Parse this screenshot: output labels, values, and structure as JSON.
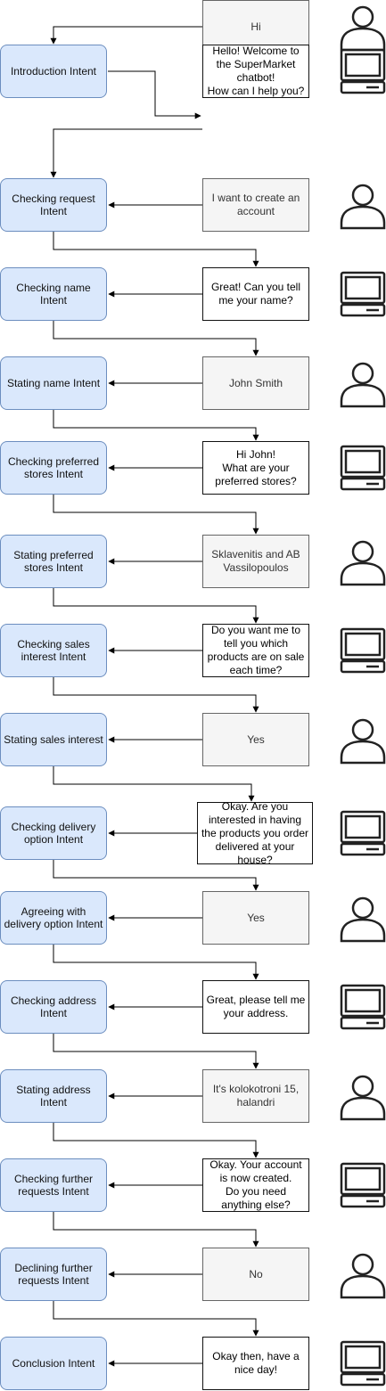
{
  "rows": [
    {
      "intent": "",
      "message": "Hi",
      "speaker": "user",
      "actor_icon": "user-icon"
    },
    {
      "intent": "Introduction Intent",
      "message": "Hello! Welcome to the SuperMarket chatbot!\nHow can I help you?",
      "speaker": "bot",
      "actor_icon": "computer-icon"
    },
    {
      "intent": "Checking request Intent",
      "message": "I want to create an account",
      "speaker": "user",
      "actor_icon": "user-icon"
    },
    {
      "intent": "Checking name Intent",
      "message": "Great! Can you tell me your name?",
      "speaker": "bot",
      "actor_icon": "computer-icon"
    },
    {
      "intent": "Stating name Intent",
      "message": "John Smith",
      "speaker": "user",
      "actor_icon": "user-icon"
    },
    {
      "intent": "Checking preferred stores Intent",
      "message": "Hi John!\nWhat are your preferred stores?",
      "speaker": "bot",
      "actor_icon": "computer-icon"
    },
    {
      "intent": "Stating preferred stores Intent",
      "message": "Sklavenitis and AB Vassilopoulos",
      "speaker": "user",
      "actor_icon": "user-icon"
    },
    {
      "intent": "Checking sales interest Intent",
      "message": "Do you want me to tell you which products are on sale each time?",
      "speaker": "bot",
      "actor_icon": "computer-icon"
    },
    {
      "intent": "Stating sales interest",
      "message": "Yes",
      "speaker": "user",
      "actor_icon": "user-icon"
    },
    {
      "intent": "Checking delivery option Intent",
      "message": "Okay. Are you interested in having the products you order delivered at your house?",
      "speaker": "bot",
      "actor_icon": "computer-icon"
    },
    {
      "intent": "Agreeing with delivery option Intent",
      "message": "Yes",
      "speaker": "user",
      "actor_icon": "user-icon"
    },
    {
      "intent": "Checking address Intent",
      "message": "Great, please tell me your address.",
      "speaker": "bot",
      "actor_icon": "computer-icon"
    },
    {
      "intent": "Stating address Intent",
      "message": "It's kolokotroni 15, halandri",
      "speaker": "user",
      "actor_icon": "user-icon"
    },
    {
      "intent": "Checking further requests Intent",
      "message": "Okay. Your account is now created.\nDo you need anything else?",
      "speaker": "bot",
      "actor_icon": "computer-icon"
    },
    {
      "intent": "Declining further requests Intent",
      "message": "No",
      "speaker": "user",
      "actor_icon": "user-icon"
    },
    {
      "intent": "Conclusion Intent",
      "message": "Okay then, have a nice day!",
      "speaker": "bot",
      "actor_icon": "computer-icon"
    }
  ]
}
